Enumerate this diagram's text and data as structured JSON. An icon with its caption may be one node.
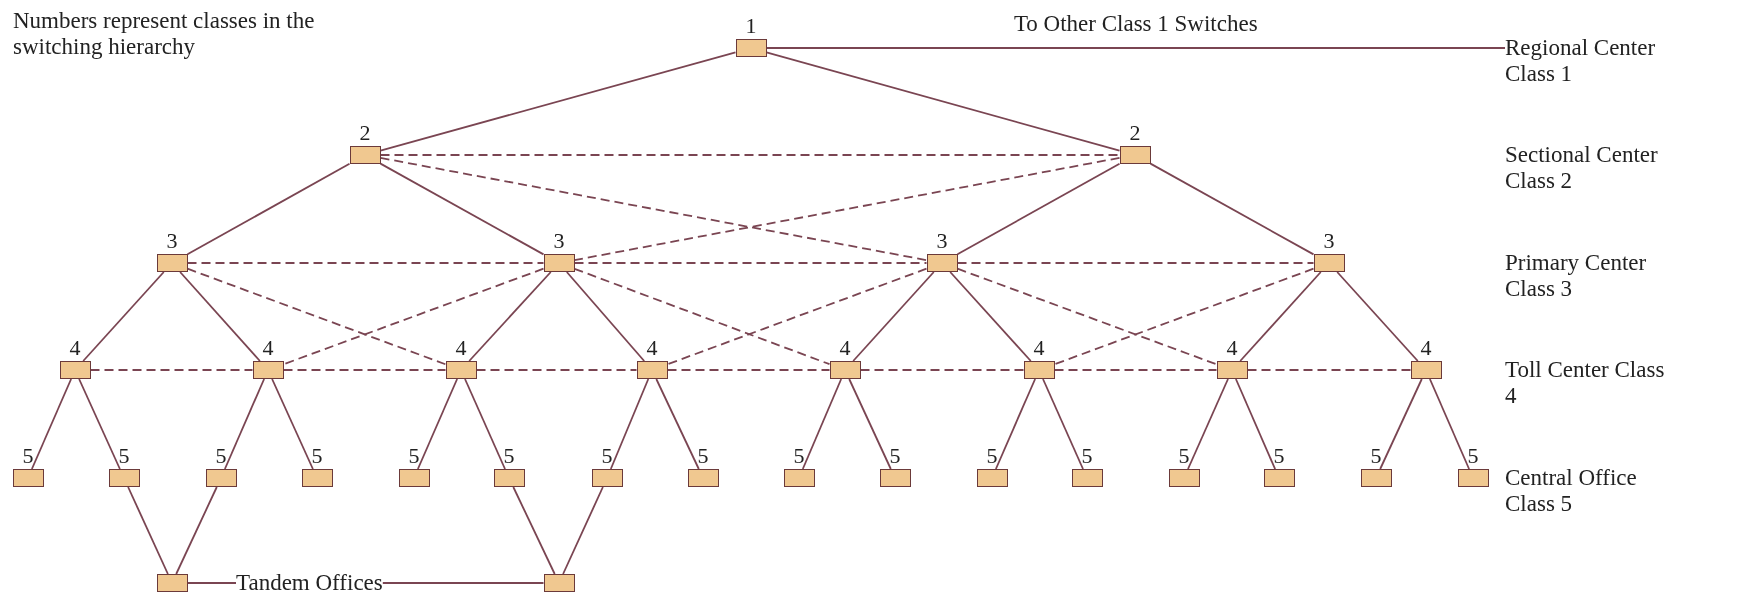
{
  "diagram": {
    "nodes": [
      {
        "text": [
          "1"
        ]
      },
      {
        "text": [
          "Regional Center Class 1"
        ]
      },
      {
        "text": [
          "2"
        ]
      },
      {
        "text": [
          "2"
        ]
      },
      {
        "text": [
          "3"
        ]
      },
      {
        "text": [
          "3"
        ]
      },
      {
        "text": [
          "3"
        ]
      },
      {
        "text": [
          "3"
        ]
      },
      {
        "text": [
          "4"
        ]
      },
      {
        "text": [
          "4"
        ]
      },
      {
        "text": [
          "4"
        ]
      },
      {
        "text": [
          "4"
        ]
      },
      {
        "text": [
          "4"
        ]
      },
      {
        "text": [
          "4"
        ]
      },
      {
        "text": [
          "4"
        ]
      },
      {
        "text": [
          "4"
        ]
      },
      {
        "text": [
          "5"
        ]
      },
      {
        "text": [
          "5"
        ]
      },
      {
        "text": [
          "5"
        ]
      },
      {
        "text": [
          "5"
        ]
      },
      {
        "text": [
          "5"
        ]
      },
      {
        "text": [
          "5"
        ]
      },
      {
        "text": [
          "5"
        ]
      },
      {
        "text": [
          "5"
        ]
      },
      {
        "text": [
          "5"
        ]
      },
      {
        "text": [
          "5"
        ]
      },
      {
        "text": [
          "5"
        ]
      },
      {
        "text": [
          "5"
        ]
      },
      {
        "text": [
          "5"
        ]
      },
      {
        "text": [
          "5"
        ]
      },
      {
        "text": [
          "5"
        ]
      },
      {
        "text": [
          "5"
        ]
      },
      {
        "text": [],
        "shape": "box"
      },
      {
        "text": [
          "Tandem Offices"
        ]
      },
      {
        "text": [],
        "shape": "box"
      }
    ],
    "edges": [
      {
        "from": 0,
        "to": 1,
        "arrow": "none",
        "label": "To Other Class 1 Switches"
      },
      {
        "from": 0,
        "to": 2,
        "arrow": "none"
      },
      {
        "from": 0,
        "to": 3,
        "arrow": "none"
      },
      {
        "from": 2,
        "to": 3,
        "arrow": "none",
        "style": "dashed"
      },
      {
        "from": 2,
        "to": 6,
        "arrow": "none",
        "style": "dashed"
      },
      {
        "from": 3,
        "to": 5,
        "arrow": "none",
        "style": "dashed"
      },
      {
        "from": 2,
        "to": 4,
        "arrow": "none"
      },
      {
        "from": 2,
        "to": 5,
        "arrow": "none"
      },
      {
        "from": 3,
        "to": 6,
        "arrow": "none"
      },
      {
        "from": 3,
        "to": 7,
        "arrow": "none"
      },
      {
        "from": 4,
        "to": 5,
        "arrow": "none",
        "style": "dashed"
      },
      {
        "from": 5,
        "to": 6,
        "arrow": "none",
        "style": "dashed"
      },
      {
        "from": 6,
        "to": 7,
        "arrow": "none",
        "style": "dashed"
      },
      {
        "from": 4,
        "to": 10,
        "arrow": "none",
        "style": "dashed"
      },
      {
        "from": 5,
        "to": 9,
        "arrow": "none",
        "style": "dashed"
      },
      {
        "from": 5,
        "to": 12,
        "arrow": "none",
        "style": "dashed"
      },
      {
        "from": 6,
        "to": 11,
        "arrow": "none",
        "style": "dashed"
      },
      {
        "from": 6,
        "to": 14,
        "arrow": "none",
        "style": "dashed"
      },
      {
        "from": 7,
        "to": 13,
        "arrow": "none",
        "style": "dashed"
      },
      {
        "from": 4,
        "to": 8,
        "arrow": "none"
      },
      {
        "from": 4,
        "to": 9,
        "arrow": "none"
      },
      {
        "from": 5,
        "to": 10,
        "arrow": "none"
      },
      {
        "from": 5,
        "to": 11,
        "arrow": "none"
      },
      {
        "from": 6,
        "to": 12,
        "arrow": "none"
      },
      {
        "from": 6,
        "to": 13,
        "arrow": "none"
      },
      {
        "from": 7,
        "to": 14,
        "arrow": "none"
      },
      {
        "from": 7,
        "to": 15,
        "arrow": "none"
      },
      {
        "from": 8,
        "to": 9,
        "arrow": "none",
        "style": "dashed"
      },
      {
        "from": 9,
        "to": 10,
        "arrow": "none",
        "style": "dashed"
      },
      {
        "from": 10,
        "to": 11,
        "arrow": "none",
        "style": "dashed"
      },
      {
        "from": 11,
        "to": 12,
        "arrow": "none",
        "style": "dashed"
      },
      {
        "from": 12,
        "to": 13,
        "arrow": "none",
        "style": "dashed"
      },
      {
        "from": 13,
        "to": 14,
        "arrow": "none",
        "style": "dashed"
      },
      {
        "from": 14,
        "to": 15,
        "arrow": "none",
        "style": "dashed"
      },
      {
        "from": 8,
        "to": 16,
        "arrow": "none"
      },
      {
        "from": 8,
        "to": 17,
        "arrow": "none"
      },
      {
        "from": 9,
        "to": 18,
        "arrow": "none"
      },
      {
        "from": 9,
        "to": 19,
        "arrow": "none"
      },
      {
        "from": 10,
        "to": 20,
        "arrow": "none"
      },
      {
        "from": 10,
        "to": 21,
        "arrow": "none"
      },
      {
        "from": 11,
        "to": 22,
        "arrow": "none"
      },
      {
        "from": 11,
        "to": 23,
        "arrow": "none"
      },
      {
        "from": 12,
        "to": 24,
        "arrow": "none"
      },
      {
        "from": 12,
        "to": 25,
        "arrow": "none"
      },
      {
        "from": 13,
        "to": 26,
        "arrow": "none"
      },
      {
        "from": 13,
        "to": 27,
        "arrow": "none"
      },
      {
        "from": 14,
        "to": 28,
        "arrow": "none"
      },
      {
        "from": 14,
        "to": 29,
        "arrow": "none"
      },
      {
        "from": 15,
        "to": 30,
        "arrow": "none"
      },
      {
        "from": 15,
        "to": 31,
        "arrow": "none"
      },
      {
        "from": 17,
        "to": 32,
        "arrow": "none"
      },
      {
        "from": 18,
        "to": 32,
        "arrow": "none"
      },
      {
        "from": 21,
        "to": 34,
        "arrow": "none"
      },
      {
        "from": 22,
        "to": 34,
        "arrow": "none"
      },
      {
        "from": 33,
        "to": 32,
        "arrow": "none"
      },
      {
        "from": 33,
        "to": 34,
        "arrow": "none"
      }
    ],
    "labels": [
      "Numbers represent classes in the switching hierarchy",
      "Sectional Center Class 2",
      "Primary Center Class 3",
      "Toll Center Class 4",
      "Central Office Class 5"
    ]
  }
}
